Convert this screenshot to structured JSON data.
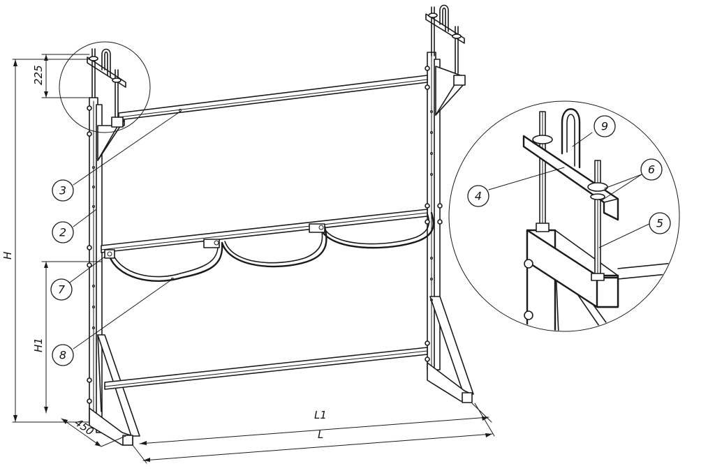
{
  "dimensions": {
    "overall_height": "H",
    "shelf_height": "H1",
    "top_offset": "225",
    "depth": "450",
    "inner_length": "L1",
    "overall_length": "L"
  },
  "callouts": [
    "2",
    "3",
    "4",
    "5",
    "6",
    "7",
    "8",
    "9"
  ]
}
